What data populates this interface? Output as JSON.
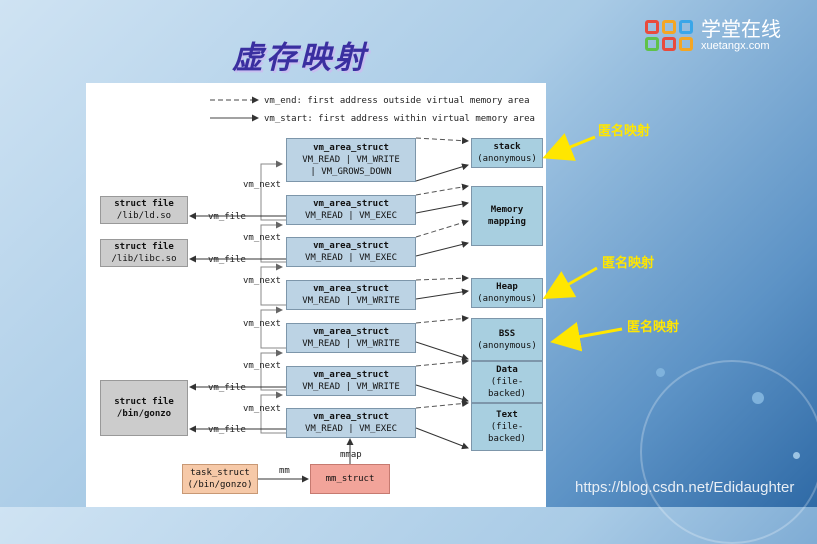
{
  "title": "虚存映射",
  "logo": {
    "cn": "学堂在线",
    "en": "xuetangx.com"
  },
  "legend": {
    "dashed": "vm_end: first address outside virtual memory area",
    "solid": "vm_start: first address within virtual memory area"
  },
  "vmas": [
    {
      "title": "vm_area_struct",
      "flags1": "VM_READ | VM_WRITE",
      "flags2": "| VM_GROWS_DOWN"
    },
    {
      "title": "vm_area_struct",
      "flags1": "VM_READ | VM_EXEC"
    },
    {
      "title": "vm_area_struct",
      "flags1": "VM_READ | VM_EXEC"
    },
    {
      "title": "vm_area_struct",
      "flags1": "VM_READ | VM_WRITE"
    },
    {
      "title": "vm_area_struct",
      "flags1": "VM_READ | VM_WRITE"
    },
    {
      "title": "vm_area_struct",
      "flags1": "VM_READ | VM_WRITE"
    },
    {
      "title": "vm_area_struct",
      "flags1": "VM_READ | VM_EXEC"
    }
  ],
  "regions": [
    {
      "l1": "stack",
      "l2": "(anonymous)"
    },
    {
      "l1": "Memory",
      "l2": "mapping"
    },
    {
      "l1": "Heap",
      "l2": "(anonymous)"
    },
    {
      "l1": "BSS",
      "l2": "(anonymous)"
    },
    {
      "l1": "Data",
      "l2": "(file-",
      "l3": "backed)"
    },
    {
      "l1": "Text",
      "l2": "(file-",
      "l3": "backed)"
    }
  ],
  "files": [
    {
      "l1": "struct file",
      "l2": "/lib/ld.so"
    },
    {
      "l1": "struct file",
      "l2": "/lib/libc.so"
    },
    {
      "l1": "struct file",
      "l2": "/bin/gonzo"
    }
  ],
  "labels": {
    "vm_next": "vm_next",
    "vm_file": "vm_file",
    "mmap": "mmap",
    "mm": "mm"
  },
  "task_struct": {
    "l1": "task_struct",
    "l2": "(/bin/gonzo)"
  },
  "mm_struct": "mm_struct",
  "annotations": [
    "匿名映射",
    "匿名映射",
    "匿名映射"
  ],
  "watermark": "https://blog.csdn.net/Edidaughter",
  "colors": {
    "title": "#3a2fa0",
    "annotation": "#ffe600",
    "vma": "#bcd3e4",
    "region": "#a8cfe0",
    "file": "#cccccc",
    "task": "#f6c9a8",
    "mm": "#f2a49a"
  }
}
